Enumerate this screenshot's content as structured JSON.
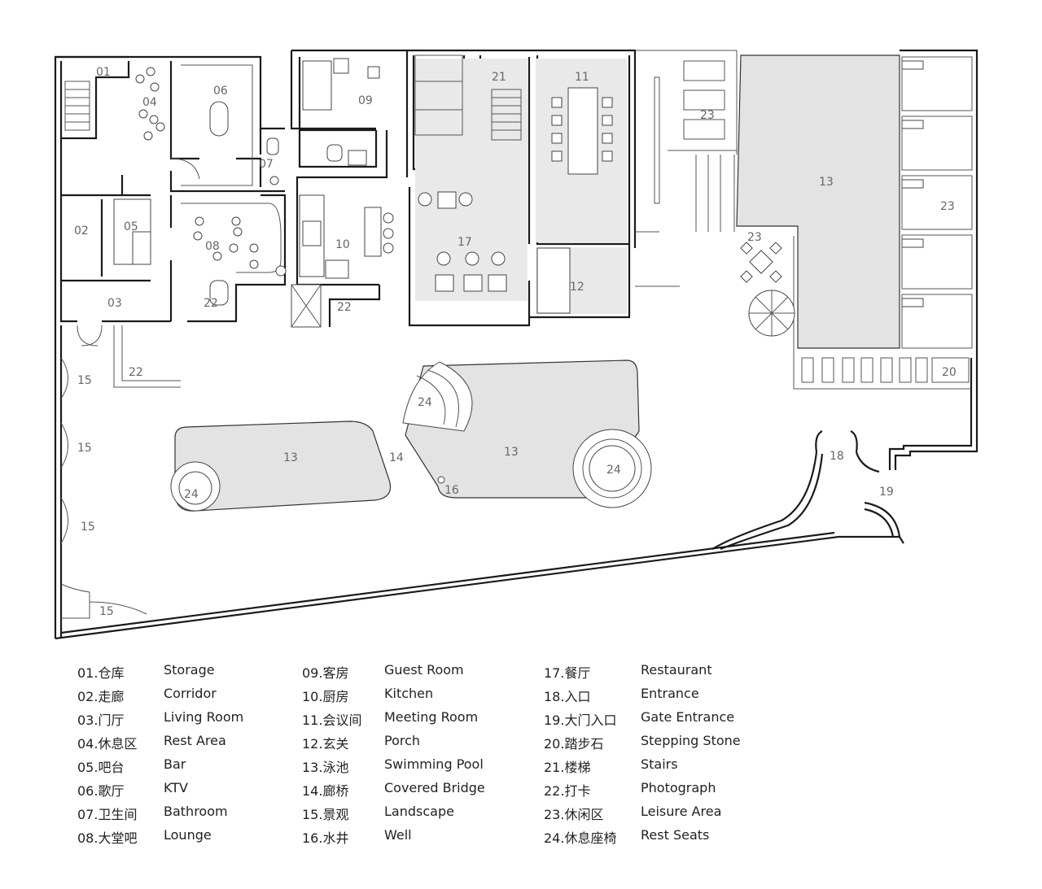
{
  "room_numbers": {
    "n01": "01",
    "n02": "02",
    "n03": "03",
    "n04": "04",
    "n05": "05",
    "n06": "06",
    "n07": "07",
    "n08": "08",
    "n09": "09",
    "n10": "10",
    "n11": "11",
    "n12": "12",
    "n13": "13",
    "n14": "14",
    "n15": "15",
    "n16": "16",
    "n17": "17",
    "n18": "18",
    "n19": "19",
    "n20": "20",
    "n21": "21",
    "n22": "22",
    "n23": "23",
    "n24": "24"
  },
  "legend": [
    {
      "code": "01.仓库",
      "name": "Storage"
    },
    {
      "code": "02.走廊",
      "name": "Corridor"
    },
    {
      "code": "03.门厅",
      "name": "Living Room"
    },
    {
      "code": "04.休息区",
      "name": "Rest Area"
    },
    {
      "code": "05.吧台",
      "name": "Bar"
    },
    {
      "code": "06.歌厅",
      "name": "KTV"
    },
    {
      "code": "07.卫生间",
      "name": "Bathroom"
    },
    {
      "code": "08.大堂吧",
      "name": "Lounge"
    },
    {
      "code": "09.客房",
      "name": "Guest Room"
    },
    {
      "code": "10.厨房",
      "name": "Kitchen"
    },
    {
      "code": "11.会议间",
      "name": "Meeting Room"
    },
    {
      "code": "12.玄关",
      "name": "Porch"
    },
    {
      "code": "13.泳池",
      "name": "Swimming Pool"
    },
    {
      "code": "14.廊桥",
      "name": "Covered Bridge"
    },
    {
      "code": "15.景观",
      "name": "Landscape"
    },
    {
      "code": "16.水井",
      "name": "Well"
    },
    {
      "code": "17.餐厅",
      "name": "Restaurant"
    },
    {
      "code": "18.入口",
      "name": "Entrance"
    },
    {
      "code": "19.大门入口",
      "name": "Gate Entrance"
    },
    {
      "code": "20.踏步石",
      "name": "Stepping Stone"
    },
    {
      "code": "21.楼梯",
      "name": "Stairs"
    },
    {
      "code": "22.打卡",
      "name": "Photograph"
    },
    {
      "code": "23.休闲区",
      "name": "Leisure Area"
    },
    {
      "code": "24.休息座椅",
      "name": "Rest Seats"
    }
  ],
  "colors": {
    "wall": "#1a1a1a",
    "pool_fill": "#e3e3e3",
    "label": "#666666"
  }
}
